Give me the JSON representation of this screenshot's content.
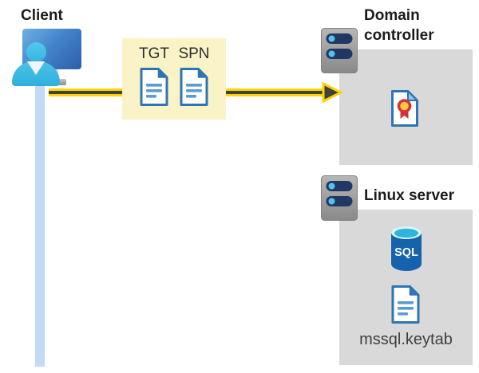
{
  "colors": {
    "arrow_yellow": "#FFD400",
    "arrow_head_dark": "#3F4040",
    "ticket_box_bg": "#FAF3C8",
    "section_box_bg": "#D9D9D9",
    "document_blue": "#2E75B6",
    "client_line_blue": "#C2DAF6",
    "sql_body_blue": "#1463AC",
    "server_slot_navy": "#203864",
    "person_cyan": "#3BBCE5",
    "certificate_ribbon_red": "#D13438",
    "certificate_seal_yellow": "#FFC83D"
  },
  "client": {
    "label": "Client"
  },
  "tickets": {
    "tgt_label": "TGT",
    "spn_label": "SPN"
  },
  "domain_controller": {
    "title": "Domain controller"
  },
  "linux_server": {
    "title": "Linux server",
    "sql_icon_label": "SQL",
    "keytab_label": "mssql.keytab"
  }
}
